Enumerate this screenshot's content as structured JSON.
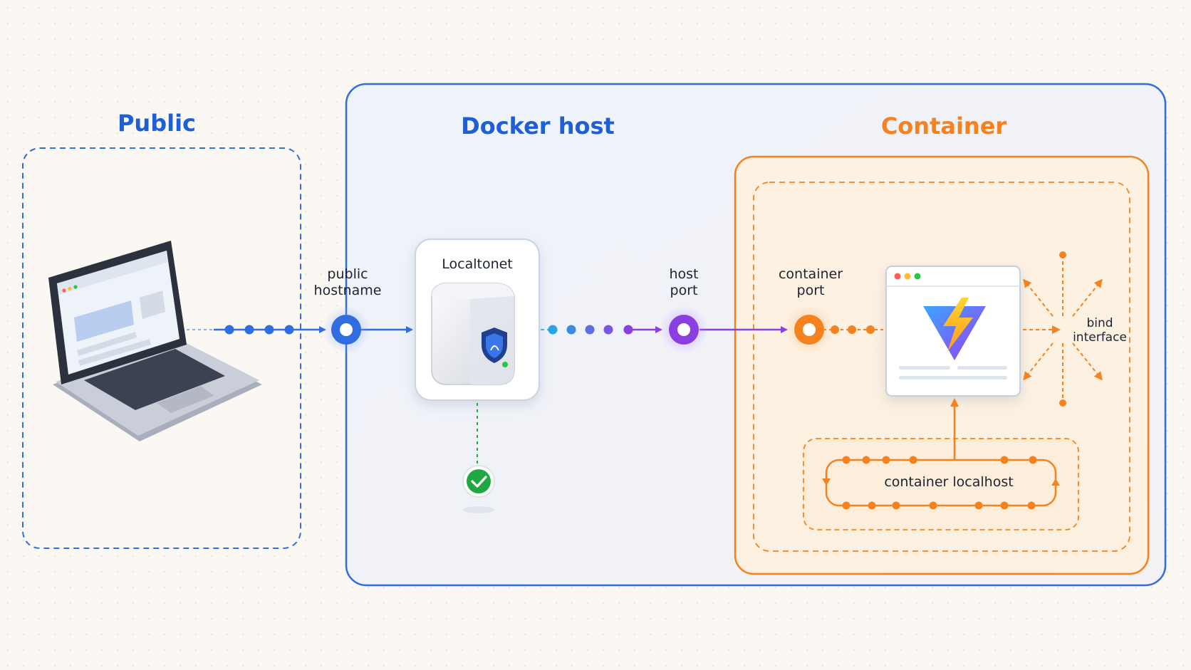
{
  "zones": {
    "public": "Public",
    "docker_host": "Docker host",
    "container": "Container"
  },
  "labels": {
    "public_hostname": [
      "public",
      "hostname"
    ],
    "localtonet": "Localtonet",
    "host_port": [
      "host",
      "port"
    ],
    "container_port": [
      "container",
      "port"
    ],
    "bind_interface": [
      "bind",
      "interface"
    ],
    "container_localhost": "container localhost"
  },
  "colors": {
    "blue": "#2f6de1",
    "purple": "#8b3fe0",
    "orange": "#f5821f",
    "green": "#22a843",
    "cyan": "#2fc4e6"
  },
  "icons": [
    "laptop-icon",
    "localtonet-server-icon",
    "shield-icon",
    "check-icon",
    "vite-logo-icon"
  ]
}
